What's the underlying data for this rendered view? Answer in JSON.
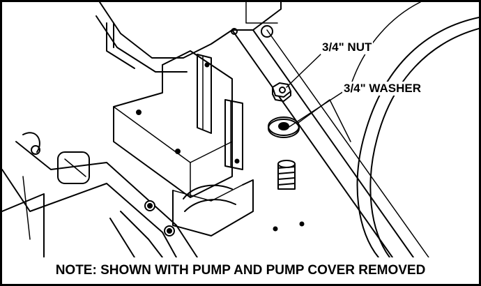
{
  "callouts": {
    "nut_label": "3/4\" NUT",
    "washer_label": "3/4\" WASHER"
  },
  "note": {
    "text": "NOTE: SHOWN WITH PUMP AND PUMP COVER REMOVED"
  },
  "colors": {
    "ink": "#000000",
    "paper": "#ffffff",
    "shade": "#d9d9d9"
  }
}
